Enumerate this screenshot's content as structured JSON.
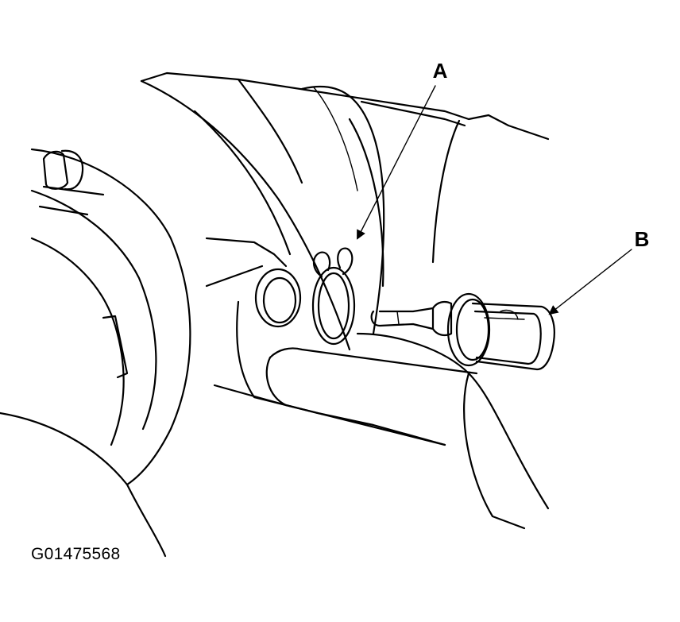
{
  "callouts": {
    "a": {
      "label": "A"
    },
    "b": {
      "label": "B"
    }
  },
  "figure_id": "G01475568",
  "colors": {
    "ink": "#000000",
    "paper": "#ffffff"
  }
}
